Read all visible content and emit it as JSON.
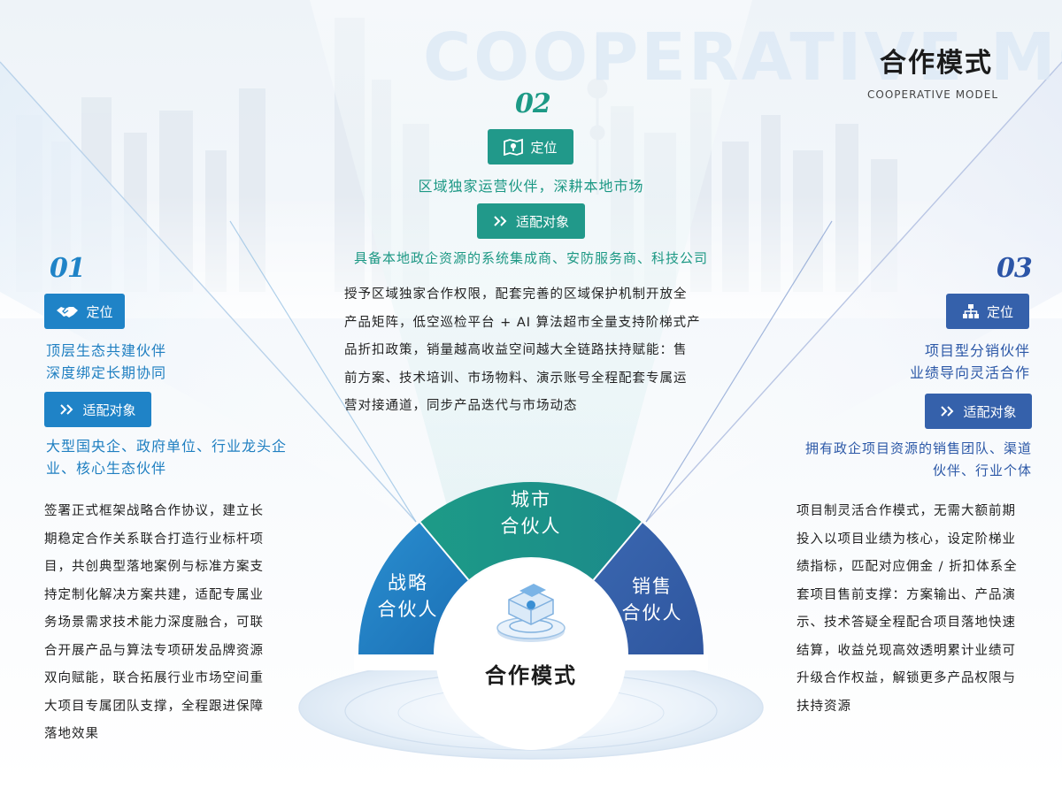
{
  "header": {
    "watermark": "COOPERATIVE MODEL",
    "title": "合作模式",
    "subtitle": "COOPERATIVE MODEL"
  },
  "colors": {
    "blue": "#1f83c7",
    "green": "#21998a",
    "navy": "#3561ab"
  },
  "strategic": {
    "number": "01",
    "position_label": "定位",
    "position_icon": "handshake-icon",
    "tagline": [
      "顶层生态共建伙伴",
      "深度绑定长期协同"
    ],
    "target_label": "适配对象",
    "target_icon": "double-chevron-right-icon",
    "target": [
      "大型国央企、政府单位、行业龙头企",
      "业、核心生态伙伴"
    ],
    "body": [
      "签署正式框架战略合作协议，建立长",
      "期稳定合作关系联合打造行业标杆项",
      "目，共创典型落地案例与标准方案支",
      "持定制化解决方案共建，适配专属业",
      "务场景需求技术能力深度融合，可联",
      "合开展产品与算法专项研发品牌资源",
      "双向赋能，联合拓展行业市场空间重",
      "大项目专属团队支撑，全程跟进保障",
      "落地效果"
    ]
  },
  "city": {
    "number": "02",
    "position_label": "定位",
    "position_icon": "map-pin-icon",
    "tagline": "区域独家运营伙伴，深耕本地市场",
    "target_label": "适配对象",
    "target_icon": "double-chevron-right-icon",
    "target": "具备本地政企资源的系统集成商、安防服务商、科技公司",
    "body": [
      "授予区域独家合作权限，配套完善的区域保护机制开放全",
      "产品矩阵，低空巡检平台 + AI 算法超市全量支持阶梯式产",
      "品折扣政策，销量越高收益空间越大全链路扶持赋能：售",
      "前方案、技术培训、市场物料、演示账号全程配套专属运",
      "营对接通道，同步产品迭代与市场动态"
    ]
  },
  "sales": {
    "number": "03",
    "position_label": "定位",
    "position_icon": "org-chart-icon",
    "tagline": [
      "项目型分销伙伴",
      "业绩导向灵活合作"
    ],
    "target_label": "适配对象",
    "target_icon": "double-chevron-right-icon",
    "target": [
      "拥有政企项目资源的销售团队、渠道",
      "伙伴、行业个体"
    ],
    "body": [
      "项目制灵活合作模式，无需大额前期",
      "投入以项目业绩为核心，设定阶梯业",
      "绩指标，匹配对应佣金 / 折扣体系全",
      "套项目售前支撑：方案输出、产品演",
      "示、技术答疑全程配合项目落地快速",
      "结算，收益兑现高效透明累计业绩可",
      "升级合作权益，解锁更多产品权限与",
      "扶持资源"
    ]
  },
  "diagram": {
    "left_label": [
      "战略",
      "合伙人"
    ],
    "top_label": [
      "城市",
      "合伙人"
    ],
    "right_label": [
      "销售",
      "合伙人"
    ],
    "center_label": "合作模式",
    "center_icon": "isometric-platform-icon"
  }
}
